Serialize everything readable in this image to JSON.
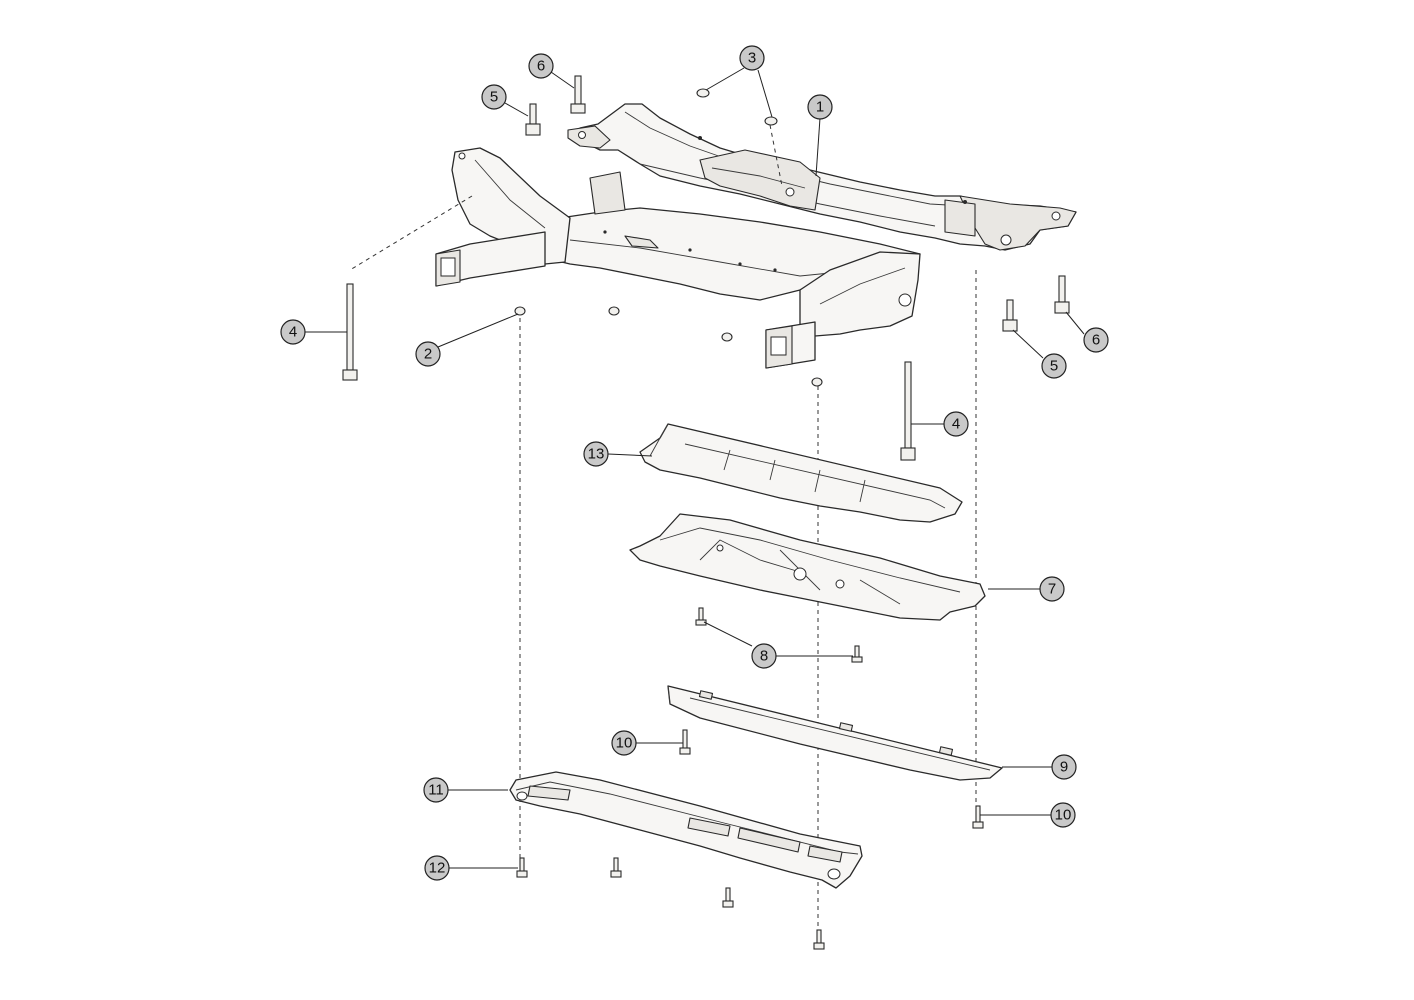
{
  "callouts": [
    {
      "id": "c1",
      "label": "1"
    },
    {
      "id": "c2",
      "label": "2"
    },
    {
      "id": "c3",
      "label": "3"
    },
    {
      "id": "c4a",
      "label": "4"
    },
    {
      "id": "c4b",
      "label": "4"
    },
    {
      "id": "c5a",
      "label": "5"
    },
    {
      "id": "c5b",
      "label": "5"
    },
    {
      "id": "c6a",
      "label": "6"
    },
    {
      "id": "c6b",
      "label": "6"
    },
    {
      "id": "c7",
      "label": "7"
    },
    {
      "id": "c8",
      "label": "8"
    },
    {
      "id": "c9",
      "label": "9"
    },
    {
      "id": "c10a",
      "label": "10"
    },
    {
      "id": "c10b",
      "label": "10"
    },
    {
      "id": "c11",
      "label": "11"
    },
    {
      "id": "c12",
      "label": "12"
    },
    {
      "id": "c13",
      "label": "13"
    }
  ]
}
